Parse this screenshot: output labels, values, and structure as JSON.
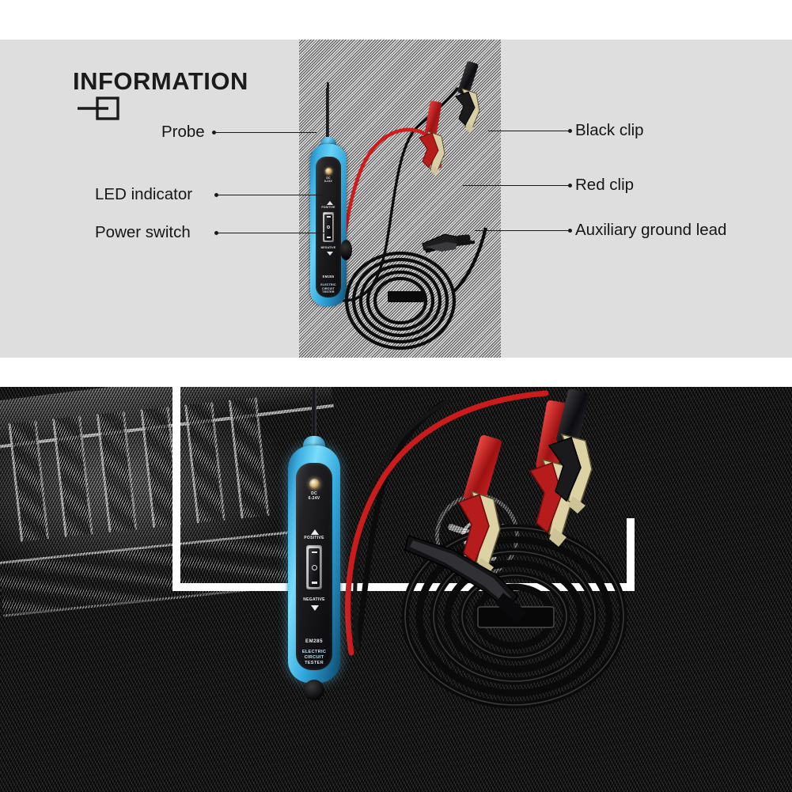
{
  "header": {
    "title": "INFORMATION",
    "icon": "arrow-into-square-icon"
  },
  "callouts": {
    "left": [
      {
        "label": "Probe",
        "name": "callout-probe"
      },
      {
        "label": "LED indicator",
        "name": "callout-led-indicator"
      },
      {
        "label": "Power switch",
        "name": "callout-power-switch"
      }
    ],
    "right": [
      {
        "label": "Black clip",
        "name": "callout-black-clip"
      },
      {
        "label": "Red clip",
        "name": "callout-red-clip"
      },
      {
        "label": "Auxiliary ground lead",
        "name": "callout-auxiliary-ground-lead"
      }
    ]
  },
  "device": {
    "led_rating": "DC\n6-24V",
    "positive_label": "POSITIVE",
    "negative_label": "NEGATIVE",
    "model": "EM285",
    "product_name": "ELECTRIC\nCIRCUIT\nTESTER"
  },
  "colors": {
    "panel_background": "#dedede",
    "device_blue": "#3fb4e6",
    "device_face": "#17171a",
    "red_clip": "#c81b1b",
    "black_clip": "#141414",
    "frame_white": "#ffffff",
    "text": "#161616"
  }
}
